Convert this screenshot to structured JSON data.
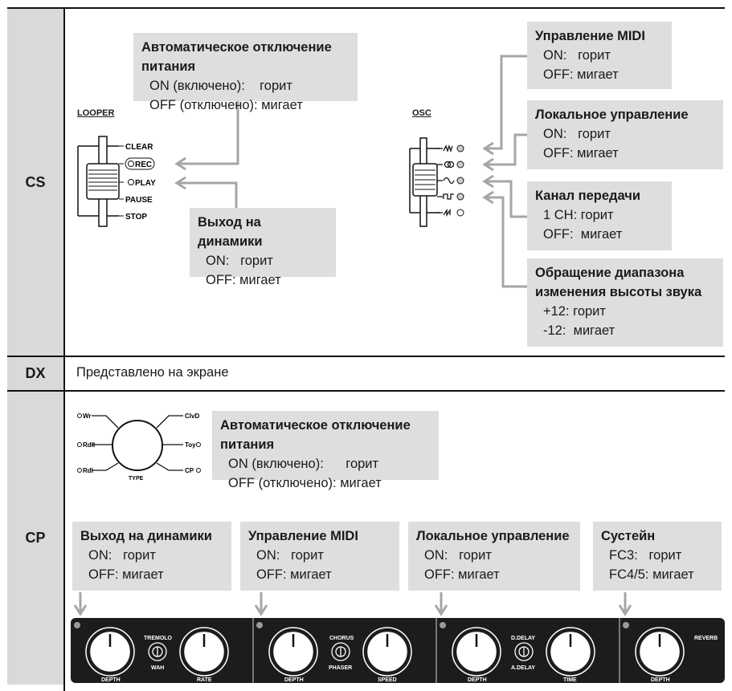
{
  "rows": {
    "cs": "CS",
    "dx": "DX",
    "cp": "CP"
  },
  "dx_text": "Представлено на экране",
  "cs": {
    "looper_title": "LOOPER",
    "looper_labels": [
      "CLEAR",
      "REC",
      "PLAY",
      "PAUSE",
      "STOP"
    ],
    "osc_title": "OSC",
    "auto_off": {
      "title": "Автоматическое отключение питания",
      "line1": "ON (включено):    горит",
      "line2": "OFF (отключено): мигает"
    },
    "speaker": {
      "title": "Выход на динамики",
      "line1": "ON:   горит",
      "line2": "OFF: мигает"
    },
    "midi": {
      "title": "Управление MIDI",
      "line1": "ON:   горит",
      "line2": "OFF: мигает"
    },
    "local": {
      "title": "Локальное управление",
      "line1": "ON:   горит",
      "line2": "OFF: мигает"
    },
    "channel": {
      "title": "Канал передачи",
      "line1": "1 CH: горит",
      "line2": "OFF:  мигает"
    },
    "pitch": {
      "title1": "Обращение диапазона",
      "title2": "изменения высоты звука",
      "line1": "+12: горит",
      "line2": "-12:  мигает"
    }
  },
  "cp": {
    "type_labels": [
      "Wr",
      "RdII",
      "RdI",
      "ClvD",
      "Toy",
      "CP",
      "TYPE"
    ],
    "auto_off": {
      "title": "Автоматическое отключение питания",
      "line1": "ON (включено):      горит",
      "line2": "OFF (отключено): мигает"
    },
    "speaker": {
      "title": "Выход на динамики",
      "line1": "ON:   горит",
      "line2": "OFF: мигает"
    },
    "midi": {
      "title": "Управление MIDI",
      "line1": "ON:   горит",
      "line2": "OFF: мигает"
    },
    "local": {
      "title": "Локальное управление",
      "line1": "ON:   горит",
      "line2": "OFF: мигает"
    },
    "sustain": {
      "title": "Сустейн",
      "line1": "FC3:   горит",
      "line2": "FC4/5: мигает"
    },
    "panel1": {
      "a": "DEPTH",
      "b": "TREMOLO",
      "c": "WAH",
      "d": "RATE"
    },
    "panel2": {
      "a": "DEPTH",
      "b": "CHORUS",
      "c": "PHASER",
      "d": "SPEED"
    },
    "panel3": {
      "a": "DEPTH",
      "b": "D.DELAY",
      "c": "A.DELAY",
      "d": "TIME"
    },
    "panel4": {
      "a": "DEPTH",
      "b": "REVERB"
    }
  },
  "colors": {
    "box": "#dedede",
    "label_bg": "#d9d9d9",
    "arrow": "#a6a6a6",
    "panel": "#1c1c1c"
  }
}
